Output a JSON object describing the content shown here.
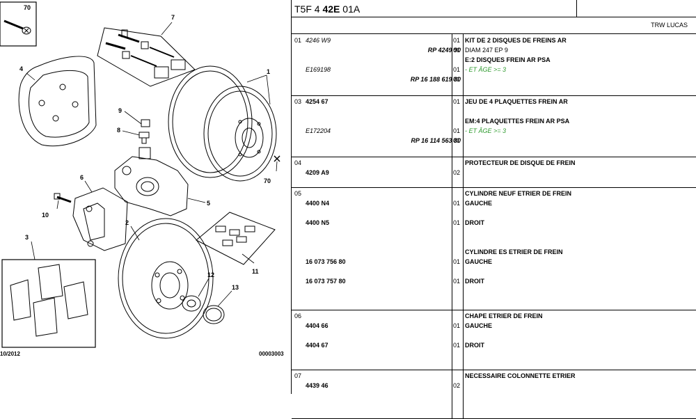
{
  "diagram": {
    "callouts": [
      "70",
      "7",
      "4",
      "1",
      "9",
      "8",
      "6",
      "70",
      "5",
      "10",
      "2",
      "3",
      "12",
      "11",
      "13"
    ],
    "footer_left": "10/2012",
    "footer_right": "00003003"
  },
  "header": {
    "code_a": "T5F 4 ",
    "code_b": "42E",
    "code_c": " 01A"
  },
  "brand": "TRW LUCAS",
  "rows": [
    {
      "num": "01",
      "lines": [
        {
          "cls": "ref-it",
          "text": "4246 W9",
          "qty": "01",
          "desc": "KIT DE 2 DISQUES DE FREINS AR",
          "dcls": "desc-b"
        },
        {
          "cls": "rp",
          "text": "RP 4249 90",
          "qty": "01",
          "desc": "DIAM 247 EP 9",
          "dcls": "desc"
        },
        {
          "cls": "",
          "text": "",
          "qty": "",
          "desc": "E:2 DISQUES FREIN AR PSA",
          "dcls": "desc-b"
        },
        {
          "cls": "ref-it",
          "text": "E169198",
          "qty": "01",
          "desc": "- ET ÂGE >= 3",
          "dcls": "green"
        },
        {
          "cls": "rp",
          "text": "RP 16 188 619 80",
          "qty": "01",
          "desc": "",
          "dcls": "desc"
        }
      ]
    },
    {
      "num": "03",
      "lines": [
        {
          "cls": "ref",
          "text": "4254 67",
          "qty": "01",
          "desc": "JEU DE 4 PLAQUETTES FREIN AR",
          "dcls": "desc-b"
        },
        {
          "cls": "",
          "text": "",
          "qty": "",
          "desc": "EM:4 PLAQUETTES FREIN AR PSA",
          "dcls": "desc-b"
        },
        {
          "cls": "ref-it",
          "text": "E172204",
          "qty": "01",
          "desc": "- ET ÂGE >= 3",
          "dcls": "green"
        },
        {
          "cls": "rp",
          "text": "RP 16 114 563 80",
          "qty": "01",
          "desc": "",
          "dcls": "desc"
        }
      ]
    },
    {
      "num": "04",
      "lines": [
        {
          "cls": "",
          "text": "",
          "qty": "",
          "desc": "PROTECTEUR DE DISQUE DE FREIN",
          "dcls": "desc-b"
        },
        {
          "cls": "ref",
          "text": "4209 A9",
          "qty": "02",
          "desc": "",
          "dcls": "desc"
        }
      ]
    },
    {
      "num": "05",
      "lines": [
        {
          "cls": "",
          "text": "",
          "qty": "",
          "desc": "CYLINDRE NEUF ETRIER DE FREIN",
          "dcls": "desc-b"
        },
        {
          "cls": "ref",
          "text": "4400 N4",
          "qty": "01",
          "desc": "GAUCHE",
          "dcls": "desc-b"
        },
        {
          "cls": "ref",
          "text": "4400 N5",
          "qty": "01",
          "desc": "DROIT",
          "dcls": "desc-b"
        },
        {
          "cls": "",
          "text": "",
          "qty": "",
          "desc": "CYLINDRE ES ETRIER DE FREIN",
          "dcls": "desc-b"
        },
        {
          "cls": "ref",
          "text": "16 073 756 80",
          "qty": "01",
          "desc": "GAUCHE",
          "dcls": "desc-b"
        },
        {
          "cls": "ref",
          "text": "16 073 757 80",
          "qty": "01",
          "desc": "DROIT",
          "dcls": "desc-b"
        }
      ]
    },
    {
      "num": "06",
      "lines": [
        {
          "cls": "",
          "text": "",
          "qty": "",
          "desc": "CHAPE ETRIER DE FREIN",
          "dcls": "desc-b"
        },
        {
          "cls": "ref",
          "text": "4404 66",
          "qty": "01",
          "desc": "GAUCHE",
          "dcls": "desc-b"
        },
        {
          "cls": "ref",
          "text": "4404 67",
          "qty": "01",
          "desc": "DROIT",
          "dcls": "desc-b"
        }
      ]
    },
    {
      "num": "07",
      "lines": [
        {
          "cls": "",
          "text": "",
          "qty": "",
          "desc": "NECESSAIRE COLONNETTE ETRIER",
          "dcls": "desc-b"
        },
        {
          "cls": "ref",
          "text": "4439 46",
          "qty": "02",
          "desc": "",
          "dcls": "desc"
        }
      ]
    }
  ]
}
